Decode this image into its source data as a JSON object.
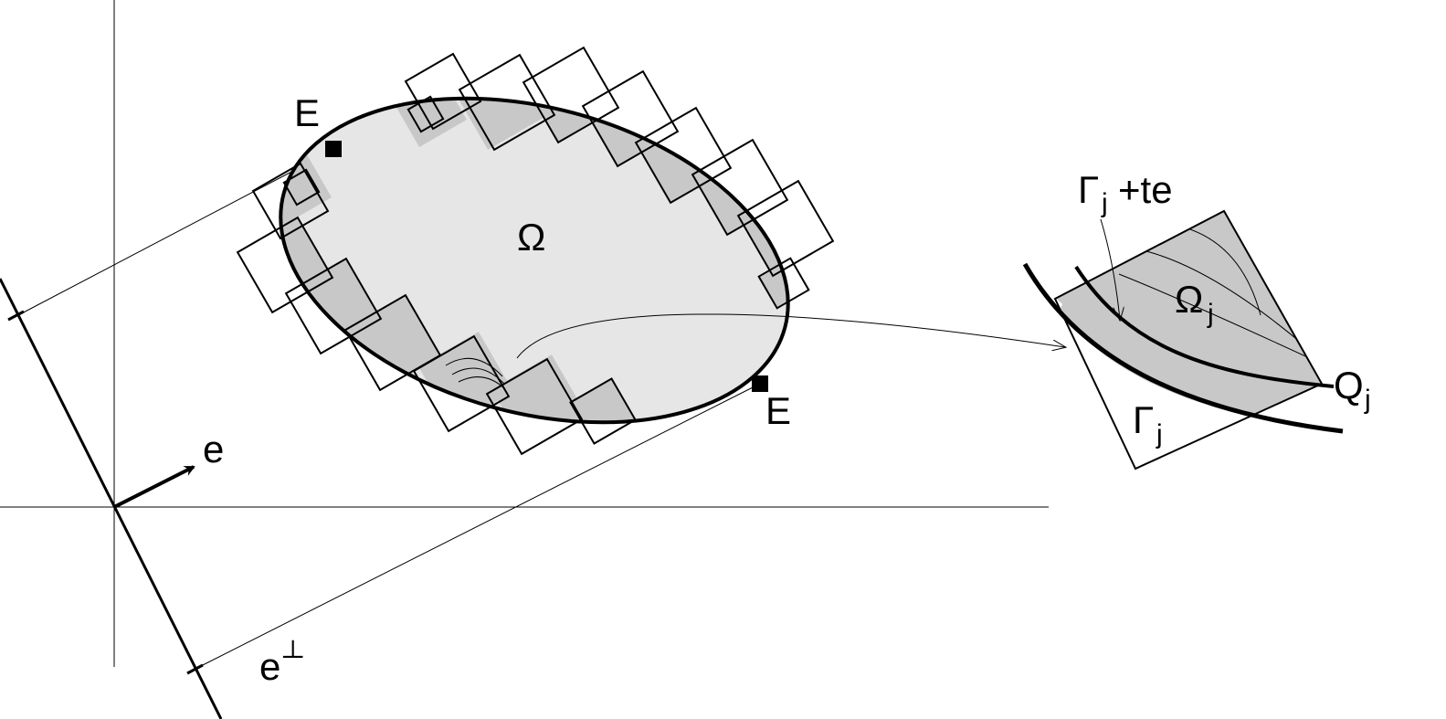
{
  "labels": {
    "E_top": "E",
    "E_bottom": "E",
    "omega": "Ω",
    "e": "e",
    "e_perp": "e",
    "perp_sign": "┴",
    "gamma_shift_base": "Γ",
    "gamma_shift_sub": "j",
    "gamma_shift_rest": "+te",
    "omega_j_base": "Ω",
    "omega_j_sub": "j",
    "q_j_base": "Q",
    "q_j_sub": "j",
    "gamma_j_base": "Γ",
    "gamma_j_sub": "j"
  },
  "colors": {
    "stroke": "#000000",
    "domain_fill": "#e6e6e6",
    "strip_fill": "#c8c8c8",
    "background": "#ffffff"
  }
}
